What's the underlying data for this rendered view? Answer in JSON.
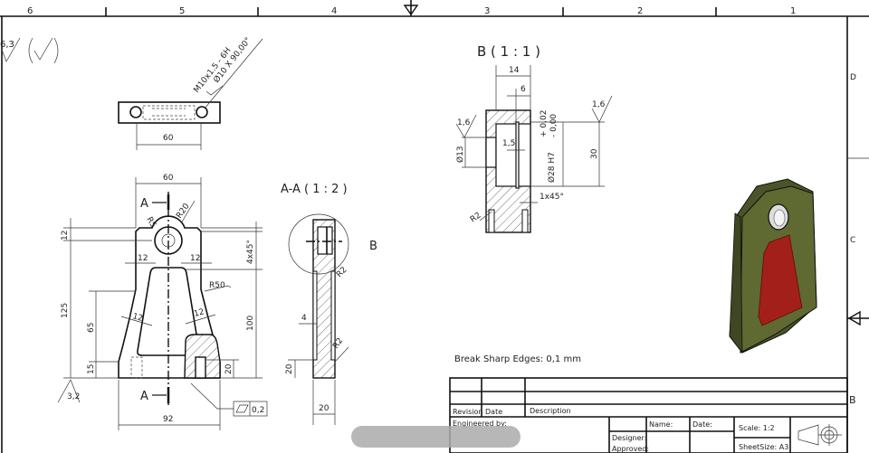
{
  "frame": {
    "columns": [
      "6",
      "5",
      "4",
      "3",
      "2",
      "1"
    ],
    "rows": [
      "D",
      "C",
      "B"
    ]
  },
  "surface_finish": {
    "general": "6,3",
    "base": "3,2",
    "hole_left": "1,6",
    "hole_right": "1,6"
  },
  "top_view": {
    "thread_callout": "M10x1.5 - 6H",
    "countersink_callout": "Ø10 X 90,00°",
    "dim_hole_spacing": "60"
  },
  "front_view": {
    "section_letter": "A",
    "dims": {
      "top_width": "60",
      "base_width": "92",
      "radius_small": "R5",
      "radius_boss": "R20",
      "top_offset": "12",
      "overall_height": "125",
      "wall_top_left": "12",
      "wall_top_right": "12",
      "wall_side_left": "12",
      "wall_side_right": "12",
      "radius_side": "R50",
      "height_65": "65",
      "height_15": "15",
      "height_100": "100",
      "height_20": "20",
      "chamfer": "4x45°"
    },
    "flatness_tolerance": "0,2"
  },
  "section_aa": {
    "title": "A-A ( 1 : 2 )",
    "detail_label": "B",
    "dims": {
      "r2_top": "R2",
      "r2_bottom": "R2",
      "pocket_depth": "4",
      "base_height": "20",
      "thickness": "20"
    }
  },
  "detail_b": {
    "title": "B ( 1 : 1 )",
    "dims": {
      "width_14": "14",
      "width_6": "6",
      "dia_13": "Ø13",
      "groove_1_5": "1,5",
      "bore": "Ø28 H7",
      "tol_upper": "+ 0,02",
      "tol_lower": "- 0,00",
      "height_30": "30",
      "chamfer": "1x45°",
      "radius": "R2"
    }
  },
  "note": "Break Sharp Edges: 0,1 mm",
  "title_block": {
    "revision": "Revision",
    "date": "Date",
    "description": "Description",
    "engineered_by": "Engineered by:",
    "name": "Name:",
    "date2": "Date:",
    "designer": "Designer:",
    "approved": "Approved:",
    "scale": "Scale: 1:2",
    "sheet_size": "SheetSize: A3"
  },
  "colors": {
    "body": "#55602f",
    "pocket": "#a3201a",
    "line": "#111111"
  }
}
